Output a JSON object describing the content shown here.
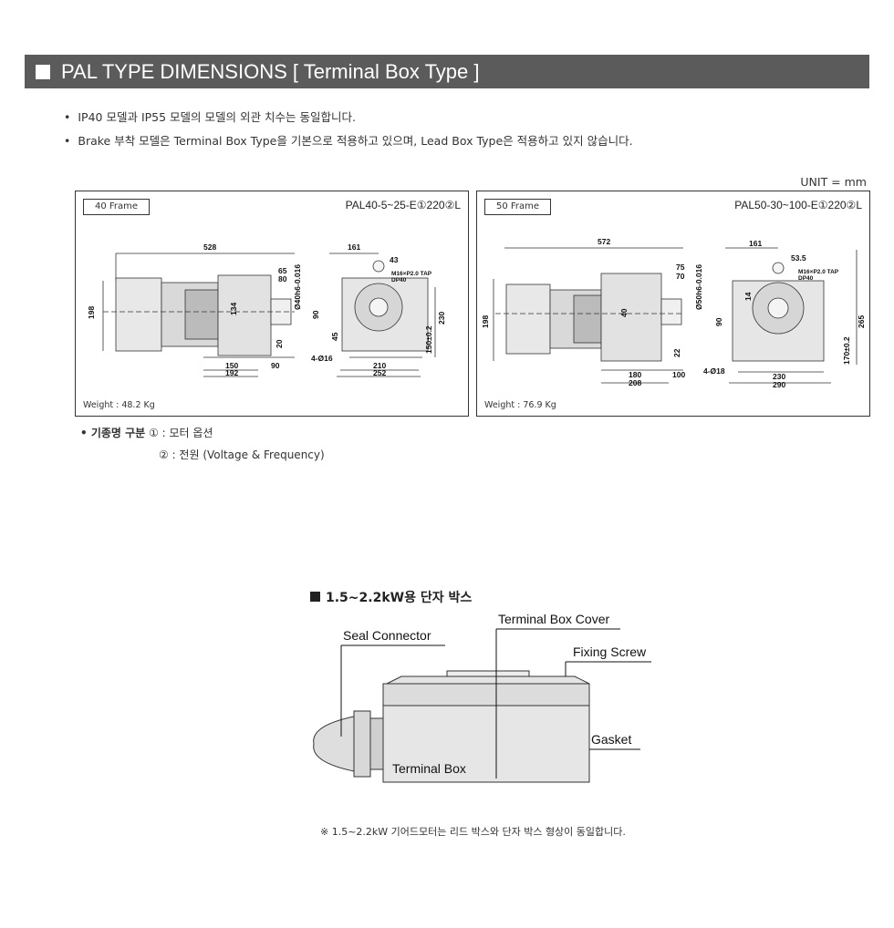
{
  "header": {
    "title": "PAL TYPE DIMENSIONS [  Terminal Box Type ]"
  },
  "notes": [
    "IP40 모델과 IP55 모델의 모델의 외관 치수는 동일합니다.",
    "Brake 부착 모델은 Terminal Box Type을 기본으로 적용하고 있으며, Lead Box Type은 적용하고 있지 않습니다."
  ],
  "unit": "UNIT = mm",
  "frames": [
    {
      "tag": "40 Frame",
      "model": "PAL40-5~25-E①220②L",
      "weight": "Weight : 48.2 Kg",
      "dims": {
        "overall": "528",
        "height": "198",
        "body": "134",
        "d65": "65",
        "d80": "80",
        "shaft": "Ø40h6-0.016",
        "d20": "20",
        "d150": "150",
        "d90": "90",
        "d192": "192",
        "width": "161",
        "d43": "43",
        "tap": "M16×P2.0 TAP",
        "depth": "DP40",
        "d90b": "90",
        "d230": "230",
        "center": "150±0.2",
        "hole": "4-Ø16",
        "d210": "210",
        "d252": "252",
        "d45": "45"
      }
    },
    {
      "tag": "50 Frame",
      "model": "PAL50-30~100-E①220②L",
      "weight": "Weight : 76.9 Kg",
      "dims": {
        "overall": "572",
        "height": "198",
        "body": "40",
        "d75": "75",
        "d70": "70",
        "shaft": "Ø50h6-0.016",
        "d22": "22",
        "d180": "180",
        "d100": "100",
        "d208": "208",
        "width": "161",
        "d53": "53.5",
        "tap": "M16×P2.0 TAP",
        "depth": "DP40",
        "d90b": "90",
        "d265": "265",
        "center": "170±0.2",
        "hole": "4-Ø18",
        "d230": "230",
        "d290": "290",
        "d14": "14"
      }
    }
  ],
  "legend": {
    "label": "• 기종명 구분",
    "item1": "① : 모터 옵션",
    "item2": "② : 전원 (Voltage & Frequency)"
  },
  "terminal_box": {
    "title": "1.5~2.2kW용 단자 박스",
    "callouts": {
      "seal": "Seal Connector",
      "cover": "Terminal Box Cover",
      "screw": "Fixing Screw",
      "gasket": "Gasket",
      "box": "Terminal Box"
    },
    "footnote": "※ 1.5~2.2kW 기어드모터는 리드 박스와 단자 박스 형상이 동일합니다."
  }
}
